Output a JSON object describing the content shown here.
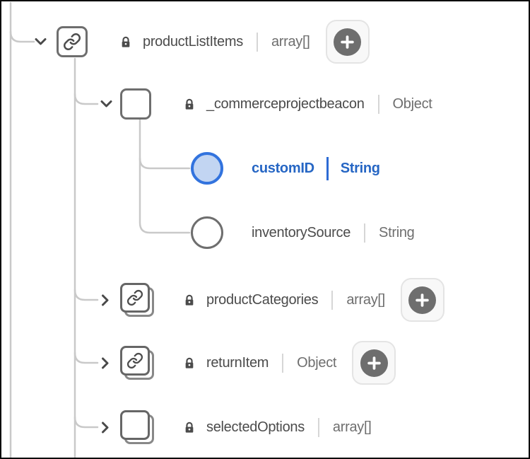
{
  "colors": {
    "accent_blue_text": "#2666C4",
    "selected_circle_border": "#3273DE",
    "selected_circle_fill": "#C2D5F2",
    "label_text": "#4B4B4B",
    "type_text": "#6E6E6E",
    "connector_gray": "#C9C9C9"
  },
  "rows": [
    {
      "label": "productListItems",
      "type": "array[]"
    },
    {
      "label": "_commerceprojectbeacon",
      "type": "Object"
    },
    {
      "label": "customID",
      "type": "String"
    },
    {
      "label": "inventorySource",
      "type": "String"
    },
    {
      "label": "productCategories",
      "type": "array[]"
    },
    {
      "label": "returnItem",
      "type": "Object"
    },
    {
      "label": "selectedOptions",
      "type": "array[]"
    }
  ]
}
